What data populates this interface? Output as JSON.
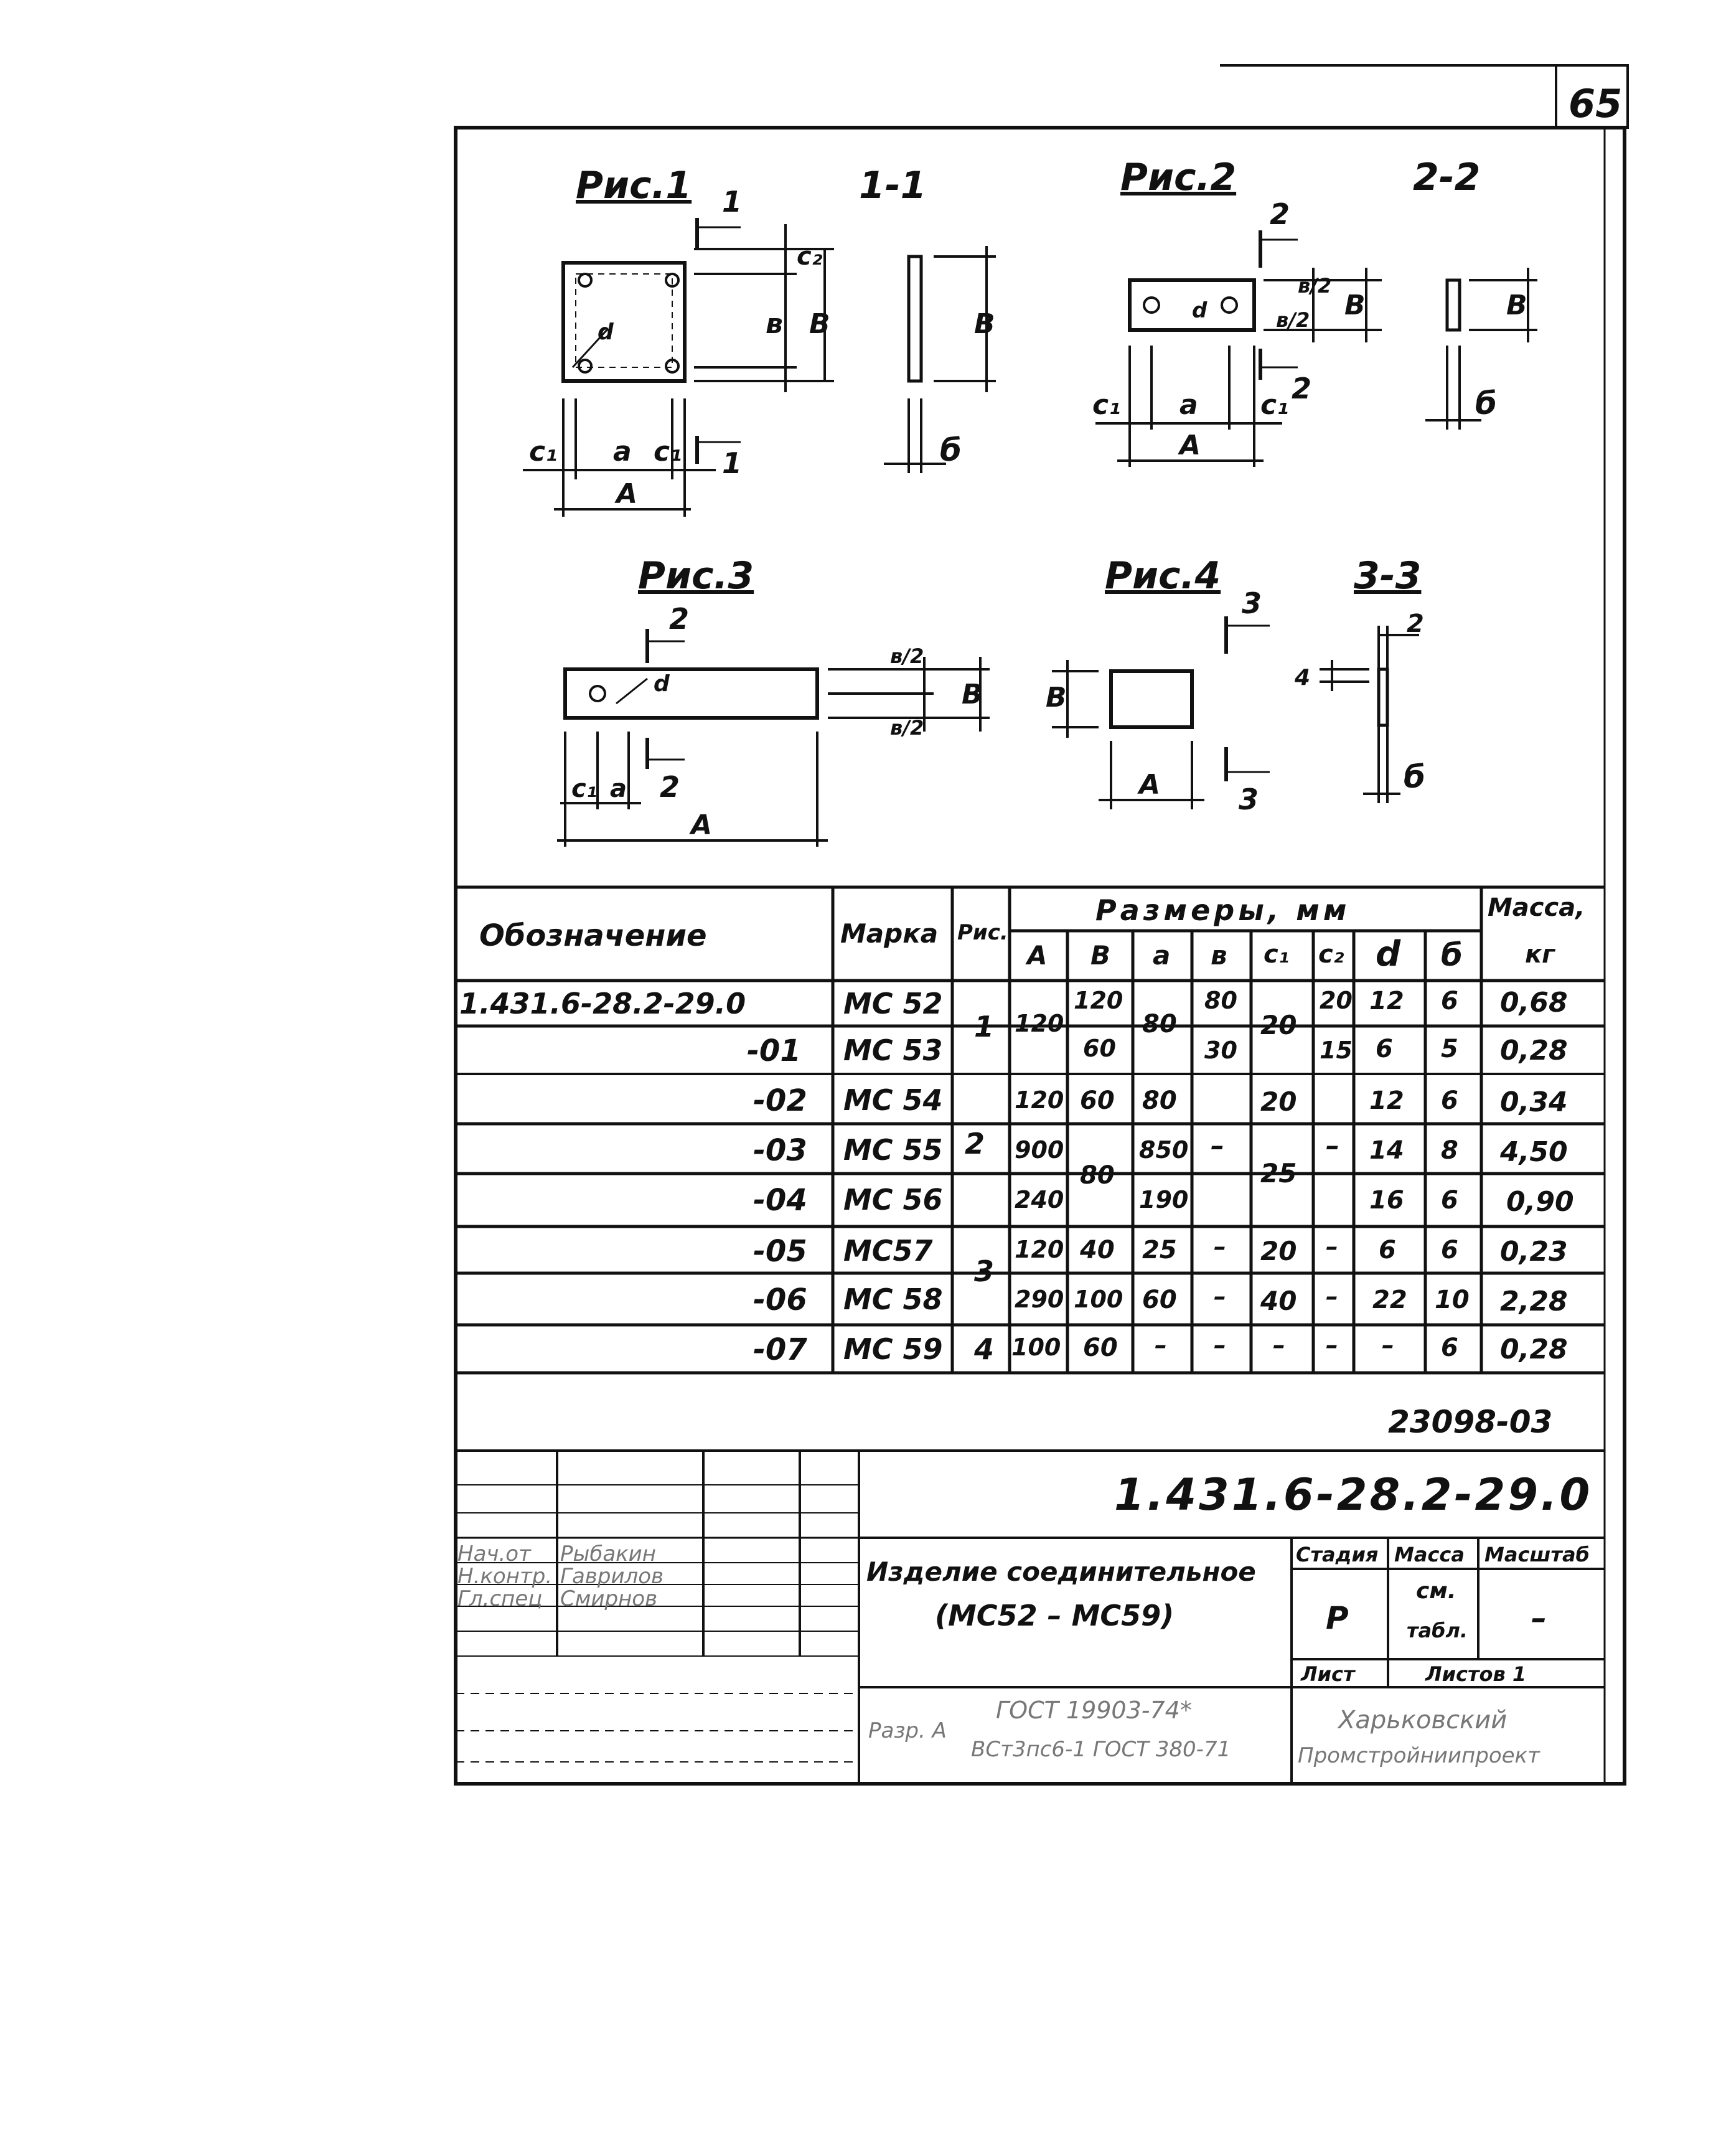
{
  "page_number": "65",
  "figures": {
    "fig1": {
      "title": "Рис.1",
      "section_title": "1-1",
      "section_mark": "1",
      "labels": [
        "с₁",
        "а",
        "с₁",
        "А",
        "с₂",
        "в",
        "В",
        "б",
        "d"
      ]
    },
    "fig2": {
      "title": "Рис.2",
      "section_title": "2-2",
      "section_mark": "2",
      "labels": [
        "с₁",
        "а",
        "с₁",
        "А",
        "в/2",
        "в/2",
        "В",
        "d",
        "б",
        "В"
      ]
    },
    "fig3": {
      "title": "Рис.3",
      "section_mark": "2",
      "labels": [
        "с₁",
        "а",
        "А",
        "в/2",
        "в/2",
        "В",
        "d"
      ]
    },
    "fig4": {
      "title": "Рис.4",
      "section_title": "3-3",
      "section_mark": "3",
      "labels": [
        "В",
        "А",
        "4",
        "2",
        "б"
      ]
    }
  },
  "table": {
    "headers": {
      "designation": "Обозначение",
      "mark": "Марка",
      "fig": "Рис.",
      "dims_group": "Размеры, мм",
      "mass": "Масса,",
      "mass_unit": "кг",
      "dims": [
        "А",
        "В",
        "а",
        "в",
        "с₁",
        "с₂",
        "d",
        "б"
      ]
    },
    "rows": [
      {
        "designation": "1.431.6-28.2-29.0",
        "mark": "МС 52",
        "A": "120",
        "B": "120",
        "a": "80",
        "v": "80",
        "c1": "20",
        "c2": "20",
        "d": "12",
        "b": "6",
        "mass": "0,68"
      },
      {
        "designation": "-01",
        "mark": "МС 53",
        "A": "",
        "B": "60",
        "a": "",
        "v": "30",
        "c1": "",
        "c2": "15",
        "d": "6",
        "b": "5",
        "mass": "0,28"
      },
      {
        "designation": "-02",
        "mark": "МС 54",
        "A": "120",
        "B": "60",
        "a": "80",
        "v": "",
        "c1": "20",
        "c2": "",
        "d": "12",
        "b": "6",
        "mass": "0,34"
      },
      {
        "designation": "-03",
        "mark": "МС 55",
        "A": "900",
        "B": "",
        "a": "850",
        "v": "",
        "c1": "",
        "c2": "",
        "d": "14",
        "b": "8",
        "mass": "4,50"
      },
      {
        "designation": "-04",
        "mark": "МС 56",
        "A": "240",
        "B": "",
        "a": "190",
        "v": "",
        "c1": "",
        "c2": "",
        "d": "16",
        "b": "6",
        "mass": "0,90"
      },
      {
        "designation": "-05",
        "mark": "МС57",
        "A": "120",
        "B": "40",
        "a": "25",
        "v": "–",
        "c1": "20",
        "c2": "–",
        "d": "6",
        "b": "6",
        "mass": "0,23"
      },
      {
        "designation": "-06",
        "mark": "МС 58",
        "A": "290",
        "B": "100",
        "a": "60",
        "v": "–",
        "c1": "40",
        "c2": "–",
        "d": "22",
        "b": "10",
        "mass": "2,28"
      },
      {
        "designation": "-07",
        "mark": "МС 59",
        "A": "100",
        "B": "60",
        "a": "–",
        "v": "–",
        "c1": "–",
        "c2": "–",
        "d": "–",
        "b": "6",
        "mass": "0,28"
      }
    ],
    "merged": {
      "fig_1": "1",
      "fig_2": "2",
      "fig_3": "3",
      "fig_4": "4",
      "A_120": "120",
      "a_80": "80",
      "c1_20": "20",
      "B_80": "80",
      "c1_25": "25",
      "v_dash": "–",
      "c2_dash": "–"
    }
  },
  "album_code": "23098-03",
  "stamp": {
    "designation": "1.431.6-28.2-29.0",
    "title_line1": "Изделие соединительное",
    "title_line2": "(МС52 – МС59)",
    "stage_header": "Стадия",
    "mass_header": "Масса",
    "scale_header": "Масштаб",
    "stage": "Р",
    "mass_value_1": "см.",
    "mass_value_2": "табл.",
    "scale": "–",
    "sheet": "Лист",
    "sheets": "Листов 1",
    "roles": [
      "Нач.от",
      "Н.контр.",
      "Гл.спец"
    ],
    "names": [
      "Рыбакин",
      "Гаврилов",
      "Смирнов"
    ],
    "bottom_left": "Разр. А",
    "bottom_center_1": "ГОСТ 19903-74*",
    "bottom_center_2": "ВСт3пс6-1 ГОСТ 380-71",
    "org_1": "Харьковский",
    "org_2": "Промстройниипроект"
  }
}
